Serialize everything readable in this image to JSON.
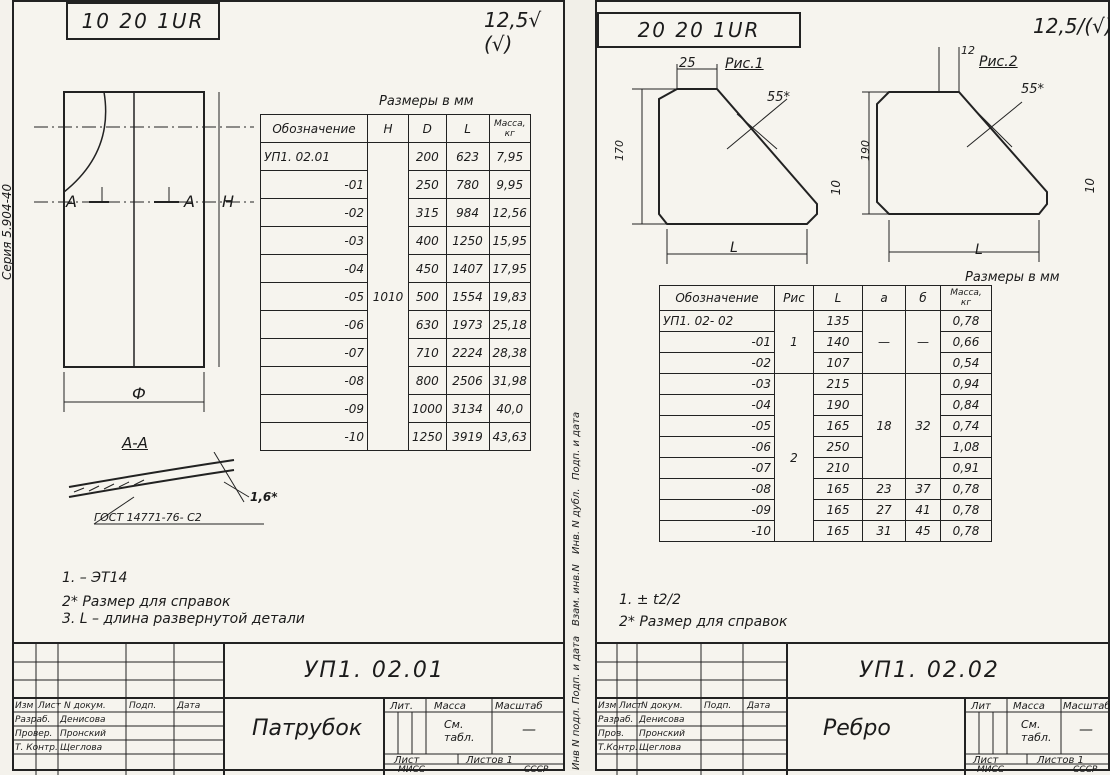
{
  "left": {
    "top_code": "10 20 1UR",
    "roughness": "12,5√ (√)",
    "sizes_caption": "Размеры в мм",
    "headers": [
      "Обозначение",
      "H",
      "D",
      "L",
      "Масса, кг"
    ],
    "h_value": "1010",
    "rows": [
      [
        "УП1. 02.01",
        "200",
        "623",
        "7,95"
      ],
      [
        "-01",
        "250",
        "780",
        "9,95"
      ],
      [
        "-02",
        "315",
        "984",
        "12,56"
      ],
      [
        "-03",
        "400",
        "1250",
        "15,95"
      ],
      [
        "-04",
        "450",
        "1407",
        "17,95"
      ],
      [
        "-05",
        "500",
        "1554",
        "19,83"
      ],
      [
        "-06",
        "630",
        "1973",
        "25,18"
      ],
      [
        "-07",
        "710",
        "2224",
        "28,38"
      ],
      [
        "-08",
        "800",
        "2506",
        "31,98"
      ],
      [
        "-09",
        "1000",
        "3134",
        "40,0"
      ],
      [
        "-10",
        "1250",
        "3919",
        "43,63"
      ]
    ],
    "drawing_labels": {
      "a": "А",
      "h": "Н",
      "d": "Ф",
      "section": "А-А",
      "roughness_16": "1,6*",
      "gost": "ГОСТ 14771-76- С2"
    },
    "notes": [
      "1. – ЭТ14",
      "2* Размер для справок",
      "3. L – длина развернутой детали"
    ],
    "title_code": "УП1. 02.01",
    "title_name": "Патрубок",
    "title_head": [
      "Изм",
      "Лист",
      "N докум.",
      "Подп.",
      "Дата"
    ],
    "title_roles": [
      [
        "Разраб.",
        "Денисова"
      ],
      [
        "Провер.",
        "Пронский"
      ],
      [
        "Т. Контр.",
        "Щеглова"
      ]
    ],
    "lit": "Лит.",
    "massa": "Масса",
    "masshtab": "Масштаб",
    "sm_tabl": "См. табл.",
    "list": "Лист",
    "listov": "Листов 1",
    "org": "МИСС",
    "country": "СССР",
    "side_stamp": "Серия 5.904-40"
  },
  "right": {
    "top_code": "20 20 1UR",
    "roughness": "12,5/(√)",
    "fig1": "Рис.1",
    "fig2": "Рис.2",
    "angle": "55*",
    "dim_25": "25",
    "dim_12": "12",
    "dim_10": "10",
    "dim_L": "L",
    "dim_170": "170",
    "dim_190": "190",
    "sizes_caption": "Размеры в мм",
    "headers": [
      "Обозначение",
      "Рис",
      "L",
      "а",
      "б",
      "Масса, кг"
    ],
    "rows": [
      [
        "УП1. 02- 02",
        "135",
        "0,78"
      ],
      [
        "-01",
        "140",
        "0,66"
      ],
      [
        "-02",
        "107",
        "0,54"
      ],
      [
        "-03",
        "215",
        "0,94"
      ],
      [
        "-04",
        "190",
        "0,84"
      ],
      [
        "-05",
        "165",
        "0,74"
      ],
      [
        "-06",
        "250",
        "1,08"
      ],
      [
        "-07",
        "210",
        "0,91"
      ],
      [
        "-08",
        "165",
        "0,78"
      ],
      [
        "-09",
        "165",
        "0,78"
      ],
      [
        "-10",
        "165",
        "0,78"
      ]
    ],
    "ris_1": "1",
    "ris_2": "2",
    "dash": "—",
    "a_18": "18",
    "b_32": "32",
    "a_extra": [
      "23",
      "27",
      "31"
    ],
    "b_extra": [
      "37",
      "41",
      "45"
    ],
    "notes": [
      "1. ± t2/2",
      "2* Размер для справок"
    ],
    "title_code": "УП1. 02.02",
    "title_name": "Ребро",
    "title_head": [
      "Изм",
      "Лист",
      "N докум.",
      "Подп.",
      "Дата"
    ],
    "title_roles": [
      [
        "Разраб.",
        "Денисова"
      ],
      [
        "Пров.",
        "Пронский"
      ],
      [
        "Т.Контр.",
        "Щеглова"
      ]
    ],
    "lit": "Лит",
    "massa": "Масса",
    "masshtab": "Масштаб",
    "sm_tabl": "См. табл.",
    "list": "Лист",
    "listov": "Листов 1",
    "org": "МИСС",
    "country": "СССР"
  },
  "margin_labels": [
    "Подп. и дата",
    "Инв. N дубл.",
    "Взам. инв.N",
    "Подп. и дата",
    "Инв N подл."
  ]
}
